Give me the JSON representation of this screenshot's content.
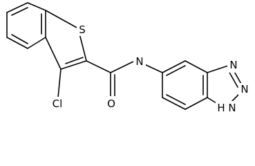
{
  "diagram": {
    "type": "chemical-structure",
    "atoms": {
      "sulfur": "S",
      "chlorine": "Cl",
      "oxygen": "O",
      "amide_nitrogen": "N",
      "nh_nitrogen": "H",
      "nh_n": "N",
      "triazole_n2": "N",
      "triazole_n3": "N"
    },
    "colors": {
      "bond": "#000000",
      "label": "#000000",
      "background": "#ffffff"
    }
  }
}
